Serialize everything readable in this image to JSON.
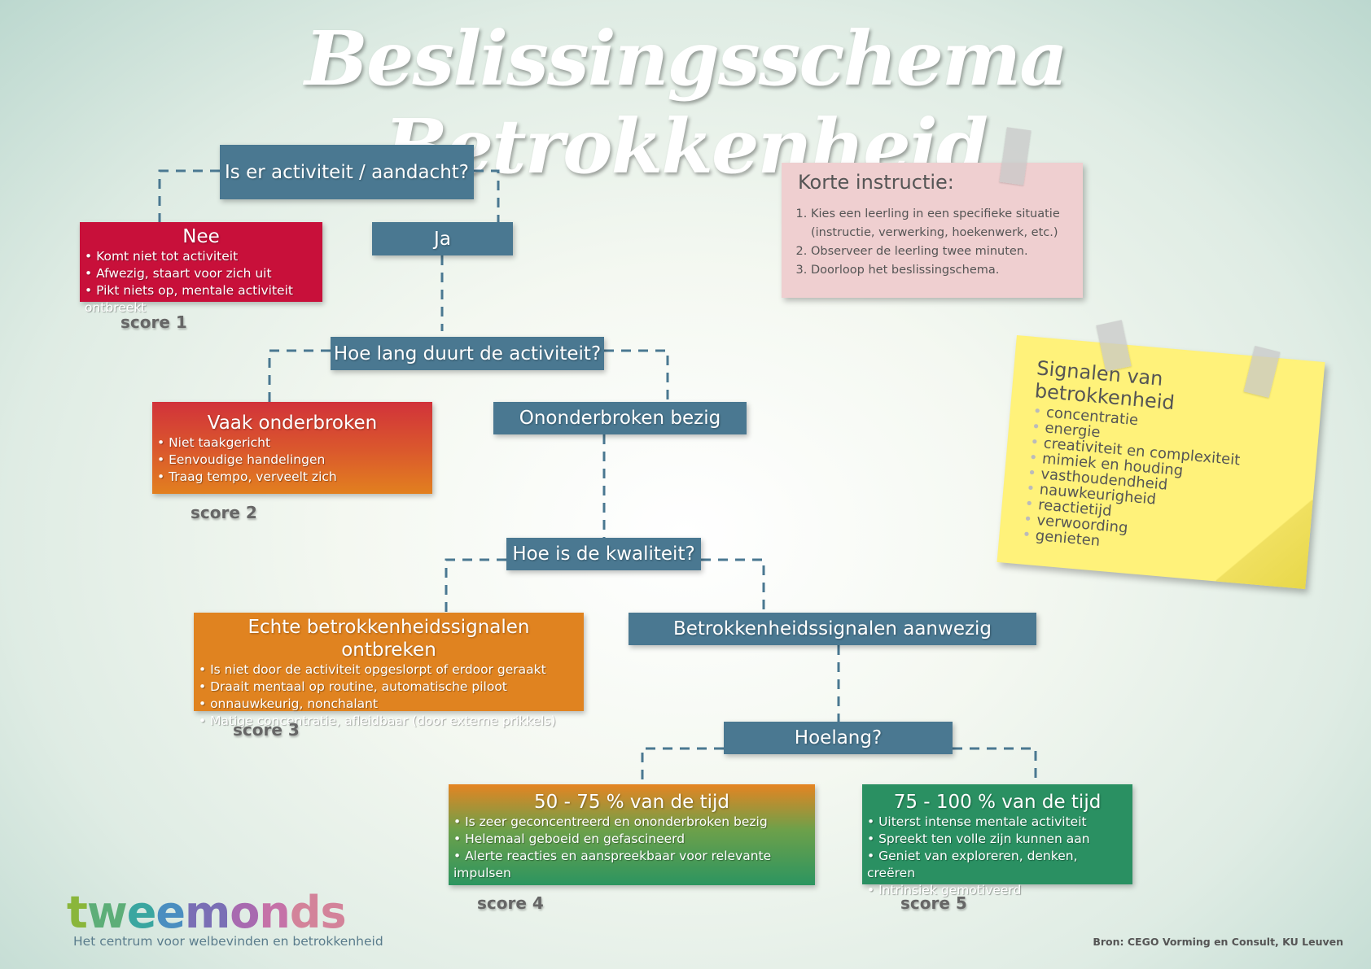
{
  "title": "Beslissingsschema Betrokkenheid",
  "q1": "Is er activiteit / aandacht?",
  "nee": {
    "heading": "Nee",
    "items": [
      "Komt niet tot activiteit",
      "Afwezig, staart voor zich uit",
      "Pikt niets op, mentale activiteit ontbreekt"
    ],
    "score": "score 1"
  },
  "ja": "Ja",
  "q2": "Hoe lang duurt de activiteit?",
  "vaak": {
    "heading": "Vaak onderbroken",
    "items": [
      "Niet taakgericht",
      "Eenvoudige handelingen",
      "Traag tempo, verveelt zich"
    ],
    "score": "score 2"
  },
  "ononderbroken": "Ononderbroken bezig",
  "q3": "Hoe is de kwaliteit?",
  "echte": {
    "heading": "Echte betrokkenheidssignalen ontbreken",
    "items": [
      "Is niet door de activiteit opgeslorpt of erdoor geraakt",
      "Draait mentaal op routine, automatische piloot",
      "onnauwkeurig, nonchalant",
      "Matige concentratie, afleidbaar (door externe prikkels)"
    ],
    "score": "score 3"
  },
  "aanwezig": "Betrokkenheidssignalen aanwezig",
  "q4": "Hoelang?",
  "s4": {
    "heading": "50 - 75 % van de tijd",
    "items": [
      "Is zeer geconcentreerd en ononderbroken bezig",
      "Helemaal geboeid en gefascineerd",
      "Alerte reacties en aanspreekbaar voor relevante impulsen"
    ],
    "score": "score 4"
  },
  "s5": {
    "heading": "75 - 100 % van de tijd",
    "items": [
      "Uiterst intense mentale activiteit",
      "Spreekt ten volle zijn kunnen aan",
      "Geniet van exploreren, denken, creëren",
      "Intrinsiek gemotiveerd"
    ],
    "score": "score 5"
  },
  "instructie": {
    "heading": "Korte instructie:",
    "items": [
      "Kies een leerling in een specifieke situatie (instructie, verwerking, hoekenwerk, etc.)",
      "Observeer de leerling twee minuten.",
      "Doorloop het beslissingschema."
    ]
  },
  "signalen": {
    "heading": "Signalen van betrokkenheid",
    "items": [
      "concentratie",
      "energie",
      "creativiteit en complexiteit",
      "mimiek en houding",
      "vasthoudendheid",
      "nauwkeurigheid",
      "reactietijd",
      "verwoording",
      "genieten"
    ]
  },
  "logo": {
    "letters": [
      "t",
      "w",
      "e",
      "e",
      "m",
      "o",
      "n",
      "ds"
    ],
    "tagline": "Het centrum voor welbevinden en betrokkenheid"
  },
  "source": "Bron: CEGO Vorming en Consult, KU Leuven",
  "colors": {
    "question": "#4a7891",
    "score1": "#c8103a",
    "score3": "#e08320",
    "score5": "#2a9062"
  }
}
